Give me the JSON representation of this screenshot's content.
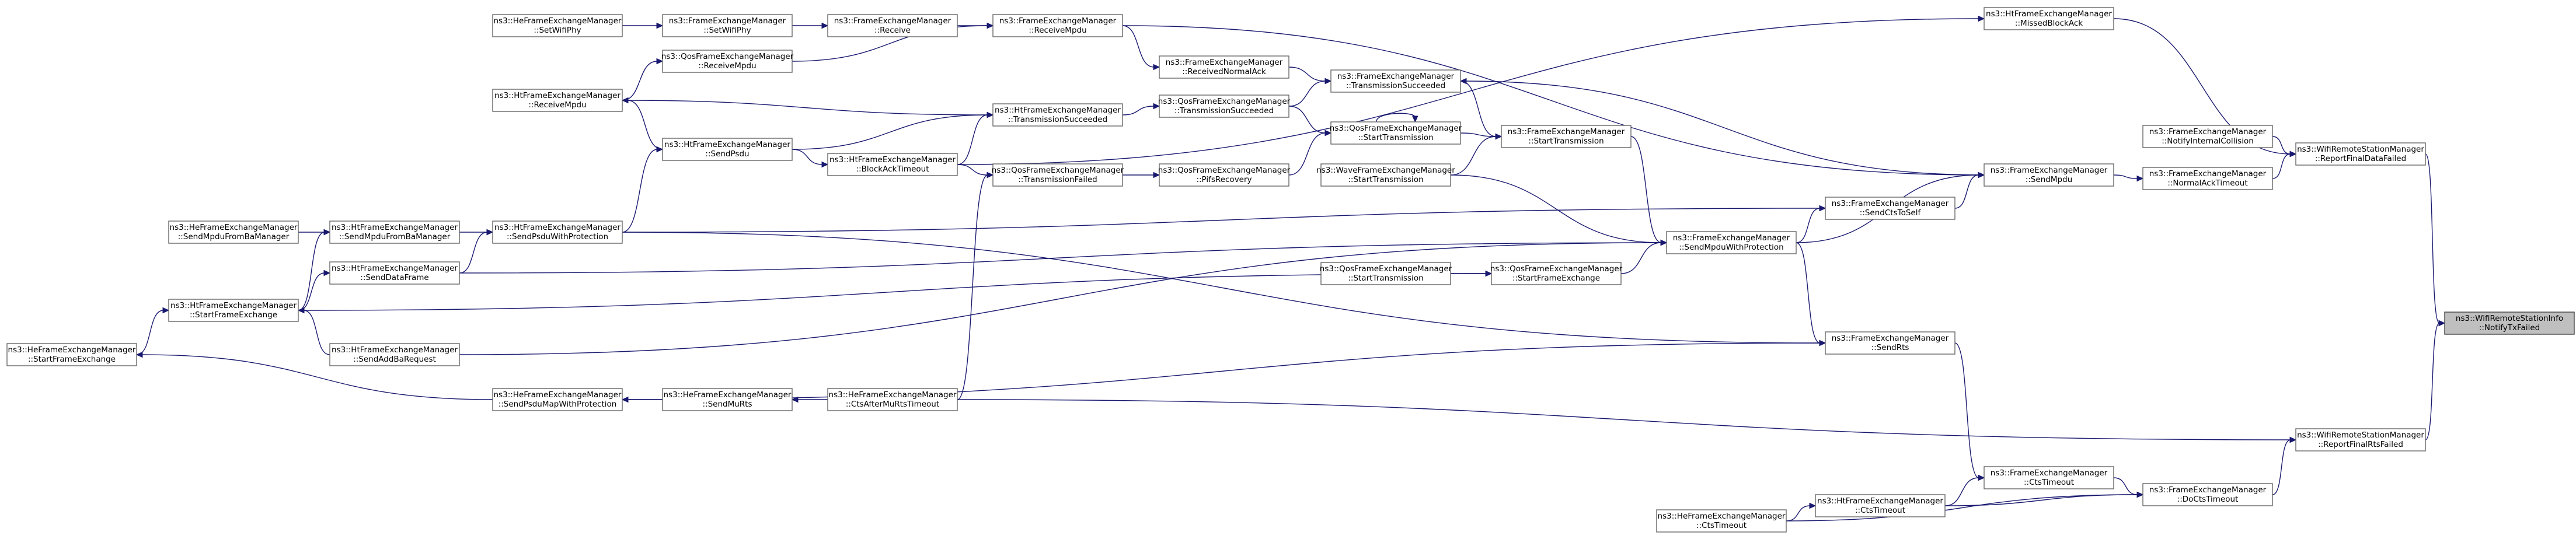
{
  "graph": {
    "nodes": [
      {
        "id": "notify",
        "line1": "ns3::WifiRemoteStationInfo",
        "line2": "::NotifyTxFailed",
        "focus": true
      },
      {
        "id": "rfdf",
        "line1": "ns3::WifiRemoteStationManager",
        "line2": "::ReportFinalDataFailed"
      },
      {
        "id": "rfrf",
        "line1": "ns3::WifiRemoteStationManager",
        "line2": "::ReportFinalRtsFailed"
      },
      {
        "id": "mba",
        "line1": "ns3::HtFrameExchangeManager",
        "line2": "::MissedBlockAck"
      },
      {
        "id": "nic",
        "line1": "ns3::FrameExchangeManager",
        "line2": "::NotifyInternalCollision"
      },
      {
        "id": "nat",
        "line1": "ns3::FrameExchangeManager",
        "line2": "::NormalAckTimeout"
      },
      {
        "id": "fsendmpdu",
        "line1": "ns3::FrameExchangeManager",
        "line2": "::SendMpdu"
      },
      {
        "id": "fdocts",
        "line1": "ns3::FrameExchangeManager",
        "line2": "::DoCtsTimeout"
      },
      {
        "id": "fctsto",
        "line1": "ns3::FrameExchangeManager",
        "line2": "::CtsTimeout"
      },
      {
        "id": "hctsto",
        "line1": "ns3::HtFrameExchangeManager",
        "line2": "::CtsTimeout"
      },
      {
        "id": "hectsto",
        "line1": "ns3::HeFrameExchangeManager",
        "line2": "::CtsTimeout"
      },
      {
        "id": "fsendrts",
        "line1": "ns3::FrameExchangeManager",
        "line2": "::SendRts"
      },
      {
        "id": "fsmwp",
        "line1": "ns3::FrameExchangeManager",
        "line2": "::SendMpduWithProtection"
      },
      {
        "id": "fscts",
        "line1": "ns3::FrameExchangeManager",
        "line2": "::SendCtsToSelf"
      },
      {
        "id": "fst",
        "line1": "ns3::FrameExchangeManager",
        "line2": "::StartTransmission"
      },
      {
        "id": "fts",
        "line1": "ns3::FrameExchangeManager",
        "line2": "::TransmissionSucceeded"
      },
      {
        "id": "frna",
        "line1": "ns3::FrameExchangeManager",
        "line2": "::ReceivedNormalAck"
      },
      {
        "id": "qst",
        "line1": "ns3::QosFrameExchangeManager",
        "line2": "::StartTransmission"
      },
      {
        "id": "qts",
        "line1": "ns3::QosFrameExchangeManager",
        "line2": "::TransmissionSucceeded"
      },
      {
        "id": "qpifs",
        "line1": "ns3::QosFrameExchangeManager",
        "line2": "::PifsRecovery"
      },
      {
        "id": "wst",
        "line1": "ns3::WaveFrameExchangeManager",
        "line2": "::StartTransmission"
      },
      {
        "id": "qsfe",
        "line1": "ns3::QosFrameExchangeManager",
        "line2": "::StartFrameExchange"
      },
      {
        "id": "qst2",
        "line1": "ns3::QosFrameExchangeManager",
        "line2": "::StartTransmission"
      },
      {
        "id": "frecvmpdu",
        "line1": "ns3::FrameExchangeManager",
        "line2": "::ReceiveMpdu"
      },
      {
        "id": "frecv",
        "line1": "ns3::FrameExchangeManager",
        "line2": "::Receive"
      },
      {
        "id": "fsetwifiphy",
        "line1": "ns3::FrameExchangeManager",
        "line2": "::SetWifiPhy"
      },
      {
        "id": "hesetwifiphy",
        "line1": "ns3::HeFrameExchangeManager",
        "line2": "::SetWifiPhy"
      },
      {
        "id": "qrecvmpdu",
        "line1": "ns3::QosFrameExchangeManager",
        "line2": "::ReceiveMpdu"
      },
      {
        "id": "hrecvmpdu",
        "line1": "ns3::HtFrameExchangeManager",
        "line2": "::ReceiveMpdu"
      },
      {
        "id": "hts",
        "line1": "ns3::HtFrameExchangeManager",
        "line2": "::TransmissionSucceeded"
      },
      {
        "id": "hsendpsdu",
        "line1": "ns3::HtFrameExchangeManager",
        "line2": "::SendPsdu"
      },
      {
        "id": "hbato",
        "line1": "ns3::HtFrameExchangeManager",
        "line2": "::BlockAckTimeout"
      },
      {
        "id": "qtf",
        "line1": "ns3::QosFrameExchangeManager",
        "line2": "::TransmissionFailed"
      },
      {
        "id": "hspwp",
        "line1": "ns3::HtFrameExchangeManager",
        "line2": "::SendPsduWithProtection"
      },
      {
        "id": "hsmfba",
        "line1": "ns3::HtFrameExchangeManager",
        "line2": "::SendMpduFromBaManager"
      },
      {
        "id": "hesmfba",
        "line1": "ns3::HeFrameExchangeManager",
        "line2": "::SendMpduFromBaManager"
      },
      {
        "id": "hsdf",
        "line1": "ns3::HtFrameExchangeManager",
        "line2": "::SendDataFrame"
      },
      {
        "id": "hsfe",
        "line1": "ns3::HtFrameExchangeManager",
        "line2": "::StartFrameExchange"
      },
      {
        "id": "hsabr",
        "line1": "ns3::HtFrameExchangeManager",
        "line2": "::SendAddBaRequest"
      },
      {
        "id": "hesfe",
        "line1": "ns3::HeFrameExchangeManager",
        "line2": "::StartFrameExchange"
      },
      {
        "id": "hespmwp",
        "line1": "ns3::HeFrameExchangeManager",
        "line2": "::SendPsduMapWithProtection"
      },
      {
        "id": "hesmr",
        "line1": "ns3::HeFrameExchangeManager",
        "line2": "::SendMuRts"
      },
      {
        "id": "hecamrt",
        "line1": "ns3::HeFrameExchangeManager",
        "line2": "::CtsAfterMuRtsTimeout"
      }
    ],
    "edges": [
      [
        "rfdf",
        "notify"
      ],
      [
        "rfrf",
        "notify"
      ],
      [
        "mba",
        "rfdf"
      ],
      [
        "nic",
        "rfdf"
      ],
      [
        "nat",
        "rfdf"
      ],
      [
        "fdocts",
        "rfrf"
      ],
      [
        "hecamrt",
        "rfrf"
      ],
      [
        "fsendmpdu",
        "nat"
      ],
      [
        "fctsto",
        "fdocts"
      ],
      [
        "hctsto",
        "fdocts"
      ],
      [
        "hectsto",
        "fdocts"
      ],
      [
        "hectsto",
        "hctsto"
      ],
      [
        "hctsto",
        "fctsto"
      ],
      [
        "fsendrts",
        "fctsto"
      ],
      [
        "fsmwp",
        "fsendmpdu"
      ],
      [
        "fscts",
        "fsendmpdu"
      ],
      [
        "fsmwp",
        "fsendrts"
      ],
      [
        "fsmwp",
        "fscts"
      ],
      [
        "fst",
        "fsmwp"
      ],
      [
        "wst",
        "fsmwp"
      ],
      [
        "qst",
        "fst"
      ],
      [
        "fts",
        "fst"
      ],
      [
        "wst",
        "fst"
      ],
      [
        "qst",
        "qst"
      ],
      [
        "qts",
        "qst"
      ],
      [
        "qts",
        "fts"
      ],
      [
        "frna",
        "fts"
      ],
      [
        "hts",
        "qts"
      ],
      [
        "qpifs",
        "qst"
      ],
      [
        "frecvmpdu",
        "frna"
      ],
      [
        "frecv",
        "frecvmpdu"
      ],
      [
        "fsetwifiphy",
        "frecv"
      ],
      [
        "hesetwifiphy",
        "fsetwifiphy"
      ],
      [
        "qrecvmpdu",
        "frecvmpdu"
      ],
      [
        "hrecvmpdu",
        "qrecvmpdu"
      ],
      [
        "hsendpsdu",
        "hts"
      ],
      [
        "hbato",
        "hts"
      ],
      [
        "qtf",
        "qpifs"
      ],
      [
        "hbato",
        "qtf"
      ],
      [
        "hecamrt",
        "qtf"
      ],
      [
        "hsendpsdu",
        "hbato"
      ],
      [
        "hspwp",
        "hsendpsdu"
      ],
      [
        "hsmfba",
        "hspwp"
      ],
      [
        "hsdf",
        "hspwp"
      ],
      [
        "hesmfba",
        "hsmfba"
      ],
      [
        "hsfe",
        "hsmfba"
      ],
      [
        "hsfe",
        "hsdf"
      ],
      [
        "hsabr",
        "hsfe"
      ],
      [
        "hesfe",
        "hsfe"
      ],
      [
        "hespmwp",
        "hesfe"
      ],
      [
        "hesmr",
        "hespmwp"
      ],
      [
        "hecamrt",
        "hesmr"
      ],
      [
        "qsfe",
        "fsmwp"
      ],
      [
        "qst2",
        "qsfe"
      ],
      [
        "hsfe",
        "qsfe"
      ],
      [
        "hsdf",
        "fsmwp"
      ],
      [
        "hsabr",
        "fsmwp"
      ],
      [
        "hspwp",
        "fsendrts"
      ],
      [
        "hespmwp",
        "fsendrts"
      ],
      [
        "hspwp",
        "fscts"
      ],
      [
        "hbato",
        "mba"
      ],
      [
        "frecvmpdu",
        "fsendmpdu"
      ],
      [
        "hrecvmpdu",
        "hts"
      ],
      [
        "hsendpsdu",
        "hrecvmpdu"
      ],
      [
        "fsendmpdu",
        "fts"
      ]
    ]
  }
}
